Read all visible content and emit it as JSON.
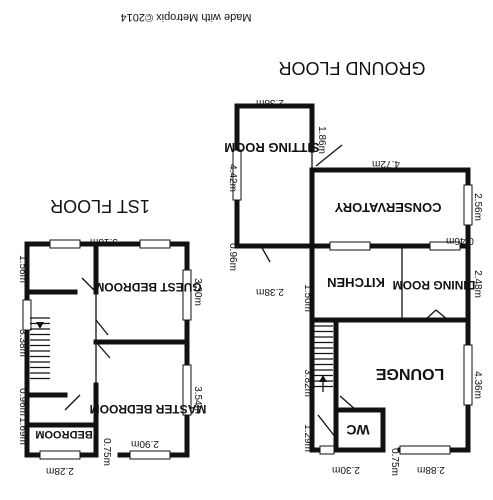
{
  "credit": "Made with Metropix ©2014",
  "ground_floor": {
    "title": "GROUND FLOOR",
    "rooms": {
      "sitting_room": "SITTING ROOM",
      "conservatory": "CONSERVATORY",
      "kitchen": "KITCHEN",
      "dining_room": "DINING ROOM",
      "lounge": "LOUNGE",
      "wc": "WC"
    },
    "dimensions": {
      "sitting_width": "2.38m",
      "sitting_depth": "4.42m",
      "sitting_inner": "1.86m",
      "conservatory_width": "4.72m",
      "conservatory_depth": "2.56m",
      "step_left": "0.96m",
      "step_right": "0.46m",
      "kitchen_width": "2.38m",
      "kitchen_depth": "1.50m",
      "dining_depth": "2.48m",
      "hall_depth": "3.82m",
      "lounge_depth": "4.36m",
      "wc_depth": "1.29m",
      "wc_width": "2.30m",
      "lounge_offset": "0.75m",
      "lounge_width": "2.88m"
    }
  },
  "first_floor": {
    "title": "1ST FLOOR",
    "rooms": {
      "guest_bedroom": "GUEST BEDROOM",
      "master_bedroom": "MASTER BEDROOM",
      "bedroom": "BEDROOM"
    },
    "dimensions": {
      "overall_width": "5.18m",
      "top_left": "1.56m",
      "guest_depth": "3.30m",
      "stair_depth": "3.38m",
      "master_depth": "3.54m",
      "landing": "0.96m",
      "bedroom_depth": "1.69m",
      "bedroom_width": "2.28m",
      "master_offset": "0.75m",
      "master_width": "2.90m"
    }
  }
}
